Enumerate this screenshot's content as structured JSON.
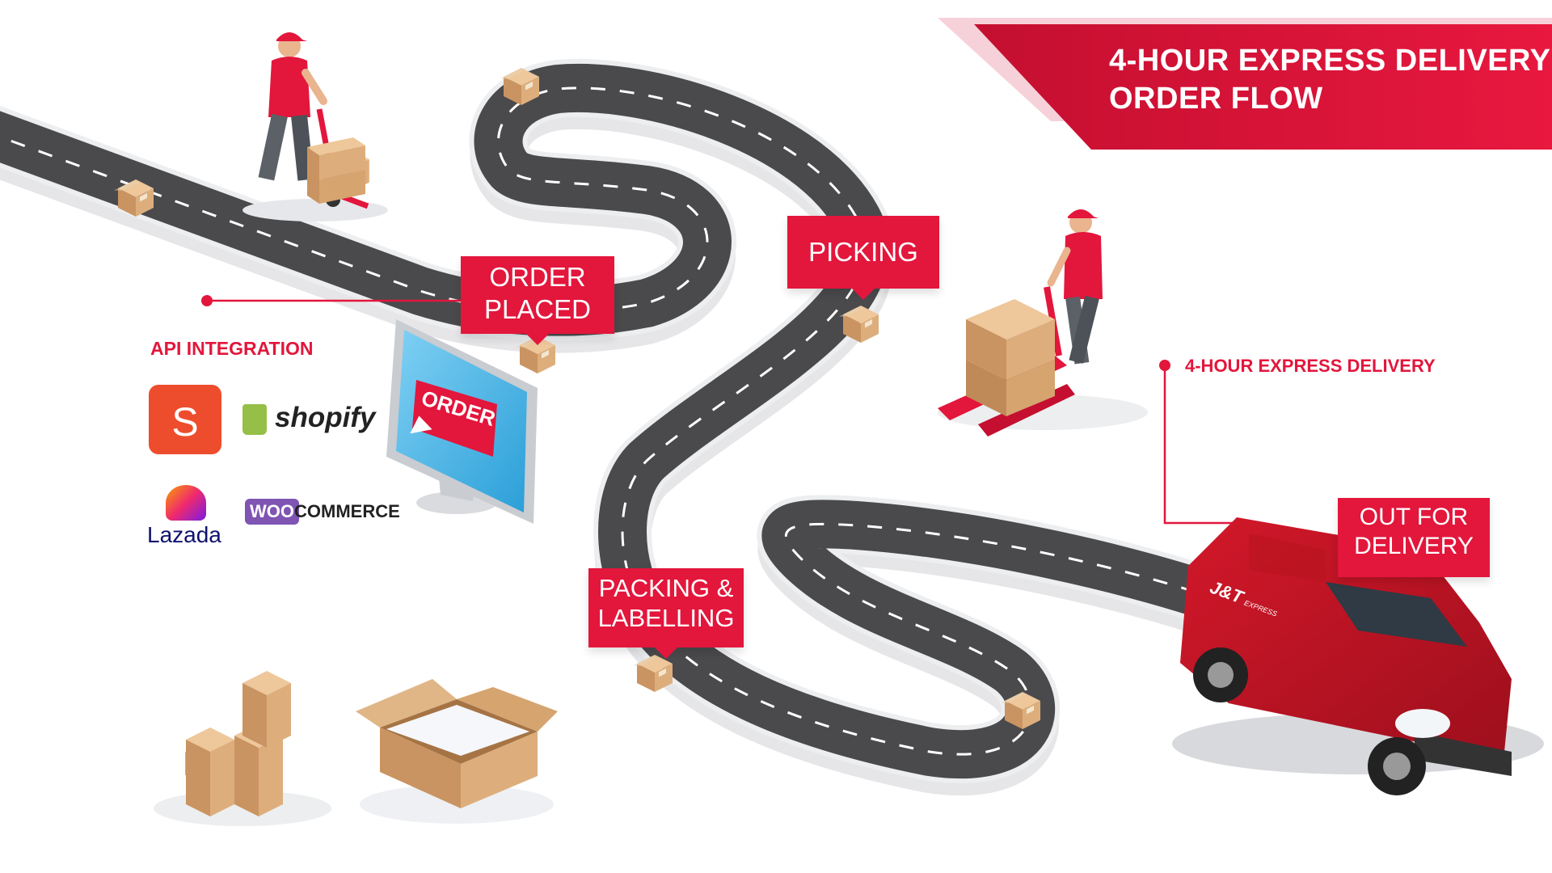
{
  "title": {
    "line1": "4-HOUR EXPRESS DELIVERY",
    "line2": "ORDER FLOW"
  },
  "steps": {
    "order_placed": {
      "line1": "ORDER",
      "line2": "PLACED"
    },
    "picking": {
      "line1": "PICKING"
    },
    "packing": {
      "line1": "PACKING &",
      "line2": "LABELLING"
    },
    "out_for_delivery": {
      "line1": "OUT FOR",
      "line2": "DELIVERY"
    }
  },
  "callouts": {
    "api_integration": "API INTEGRATION",
    "express_delivery": "4-HOUR EXPRESS DELIVERY"
  },
  "integrations": {
    "shopee_letter": "S",
    "shopify": "shopify",
    "lazada": "Lazada",
    "woo": "WOO",
    "commerce": "COMMERCE"
  },
  "monitor": {
    "button_label": "ORDER"
  },
  "van": {
    "brand": "J&T",
    "brand_sub": "EXPRESS"
  },
  "colors": {
    "brand_red": "#e3163c",
    "road": "#4a4a4d",
    "box": "#d9ab7a",
    "shopee": "#ee4d2d",
    "shopify": "#95bf47",
    "woo": "#7f54b3"
  }
}
